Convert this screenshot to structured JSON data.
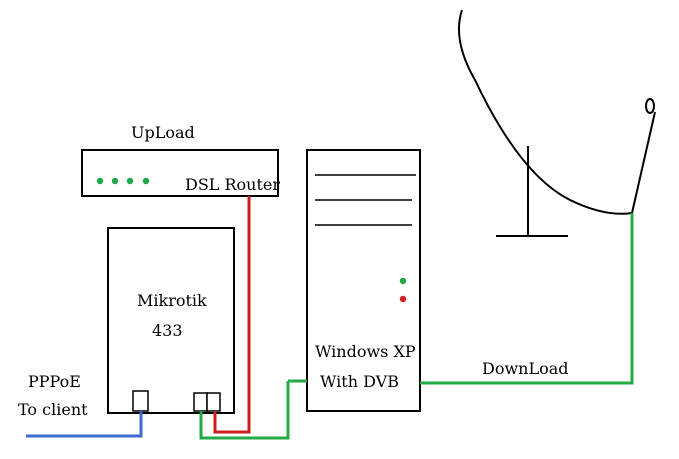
{
  "labels": {
    "upload": "UpLoad",
    "dsl_router": "DSL Router",
    "mikrotik_line1": "Mikrotik",
    "mikrotik_line2": "433",
    "pc_line1": "Windows XP",
    "pc_line2": "With DVB",
    "download": "DownLoad",
    "pppoe": "PPPoE",
    "to_client": "To client"
  },
  "colors": {
    "outline": "#000000",
    "upload_cable": "#cc1f1f",
    "green_cable": "#22aa44",
    "client_cable": "#3a6fd1",
    "led_green": "#1fa84a",
    "led_red": "#d42020"
  }
}
